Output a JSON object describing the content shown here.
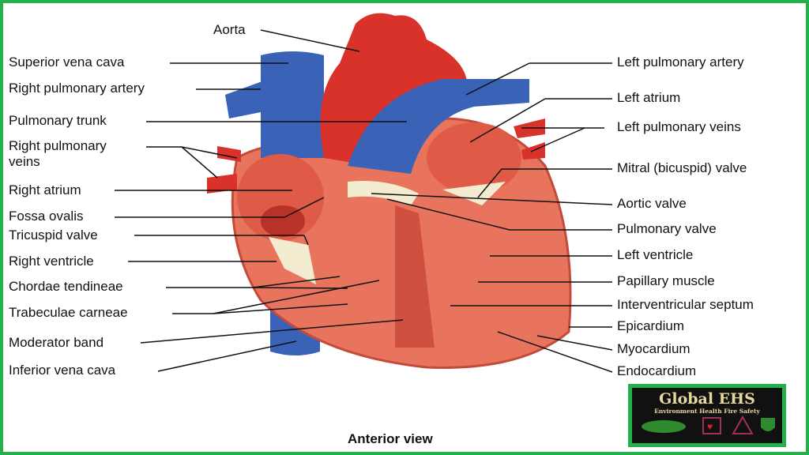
{
  "left_labels": [
    "Aorta",
    "Superior vena cava",
    "Right pulmonary artery",
    "Pulmonary trunk",
    "Right pulmonary\nveins",
    "Right atrium",
    "Fossa ovalis",
    "Tricuspid valve",
    "Right ventricle",
    "Chordae tendineae",
    "Trabeculae carneae",
    "Moderator band",
    "Inferior vena cava"
  ],
  "right_labels": [
    "Left pulmonary artery",
    "Left atrium",
    "Left pulmonary veins",
    "Mitral (bicuspid) valve",
    "Aortic valve",
    "Pulmonary valve",
    "Left ventricle",
    "Papillary muscle",
    "Interventricular septum",
    "Epicardium",
    "Myocardium",
    "Endocardium"
  ],
  "caption": "Anterior view",
  "logo": {
    "title": "Global EHS",
    "subtitle": "Environment Health Fire Safety"
  },
  "colors": {
    "border": "#22b14c",
    "artery": "#d8322a",
    "vein": "#3a63b8",
    "muscle": "#e8745e",
    "valve": "#f4ecd0"
  }
}
